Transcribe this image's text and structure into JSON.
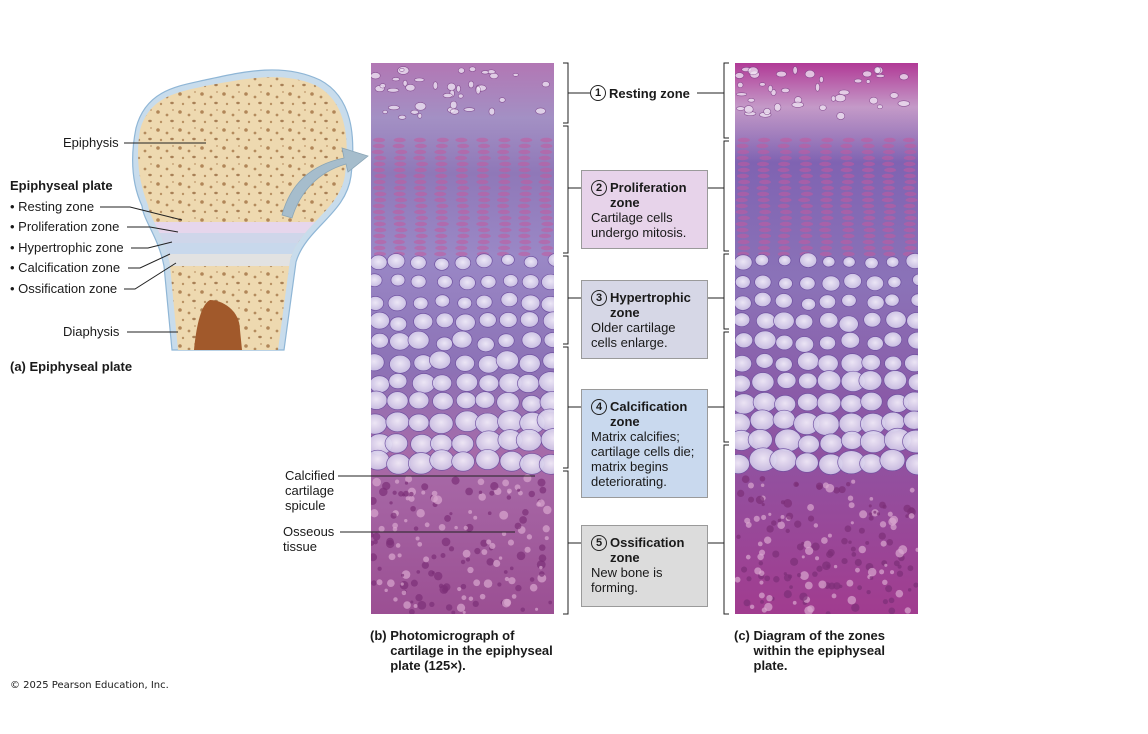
{
  "panel_a": {
    "labels": {
      "epiphysis": "Epiphysis",
      "plate_heading": "Epiphyseal plate",
      "resting": "• Resting zone",
      "proliferation": "• Proliferation zone",
      "hypertrophic": "• Hypertrophic zone",
      "calcification": "• Calcification zone",
      "ossification": "• Ossification zone",
      "diaphysis": "Diaphysis"
    },
    "caption": "(a) Epiphyseal plate",
    "colors": {
      "bone": "#eed9b0",
      "cartilage": "#d9e6f2",
      "outline": "#8fb6d6",
      "arrow": "#9fb8c8"
    }
  },
  "panel_b": {
    "labels": {
      "spicule": "Calcified\ncartilage\nspicule",
      "osseous": "Osseous\ntissue"
    },
    "caption_prefix": "(b) ",
    "caption": "Photomicrograph of\ncartilage in the epiphyseal\nplate (125×)."
  },
  "zones": [
    {
      "num": "1",
      "name": "Resting zone",
      "desc": ""
    },
    {
      "num": "2",
      "name": "Proliferation\nzone",
      "desc": "Cartilage cells\nundergo mitosis.",
      "color": "#e7d3ea"
    },
    {
      "num": "3",
      "name": "Hypertrophic\nzone",
      "desc": "Older cartilage\ncells enlarge.",
      "color": "#d6d7e6"
    },
    {
      "num": "4",
      "name": "Calcification\nzone",
      "desc": "Matrix calcifies;\ncartilage cells die;\nmatrix begins\ndeteriorating.",
      "color": "#c9d9ee"
    },
    {
      "num": "5",
      "name": "Ossification\nzone",
      "desc": "New bone is\nforming.",
      "color": "#dcdcdc"
    }
  ],
  "panel_c": {
    "caption_prefix": "(c) ",
    "caption": "Diagram of the zones\nwithin the epiphyseal\nplate."
  },
  "copyright": "© 2025 Pearson Education, Inc."
}
